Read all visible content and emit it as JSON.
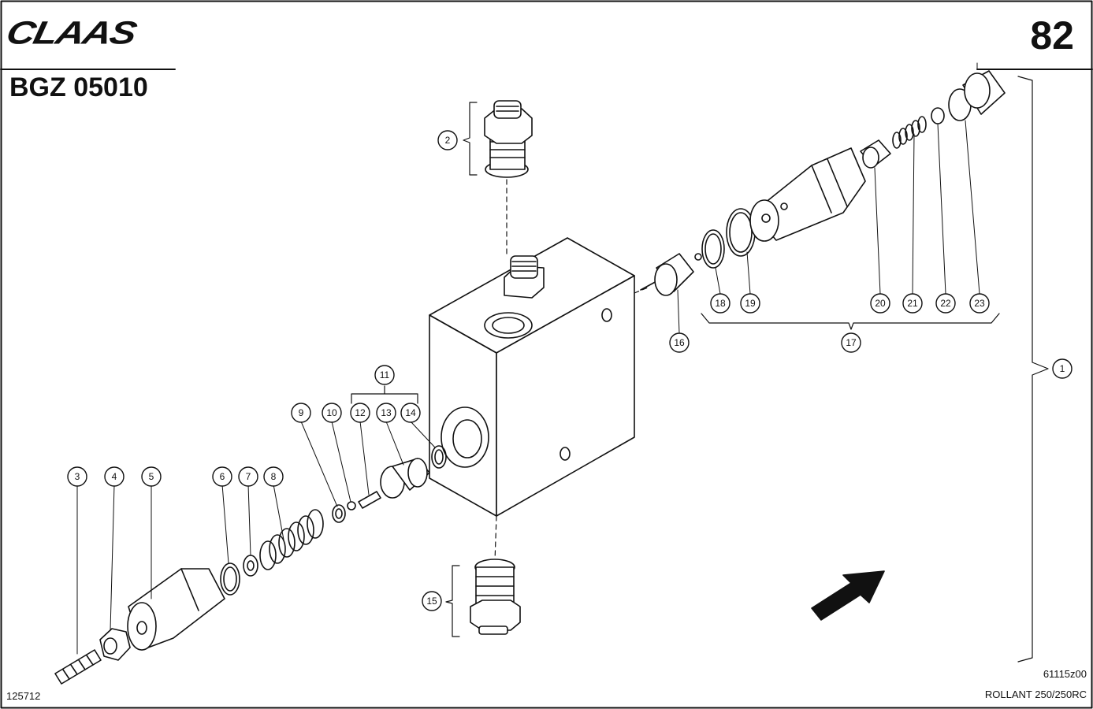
{
  "header": {
    "brand": "CLAAS",
    "page_number": "82",
    "diagram_code": "BGZ 05010"
  },
  "footer": {
    "left_code": "125712",
    "right_ref": "61115z00",
    "model": "ROLLANT 250/250RC"
  },
  "callouts": {
    "c1": "1",
    "c2": "2",
    "c3": "3",
    "c4": "4",
    "c5": "5",
    "c6": "6",
    "c7": "7",
    "c8": "8",
    "c9": "9",
    "c10": "10",
    "c11": "11",
    "c12": "12",
    "c13": "13",
    "c14": "14",
    "c15": "15",
    "c16": "16",
    "c17": "17",
    "c18": "18",
    "c19": "19",
    "c20": "20",
    "c21": "21",
    "c22": "22",
    "c23": "23"
  },
  "icons": {
    "direction": "arrow-icon"
  }
}
